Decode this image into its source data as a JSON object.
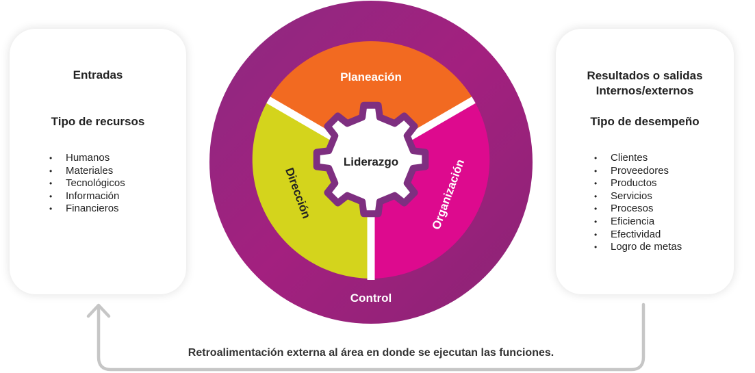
{
  "inputs": {
    "title": "Entradas",
    "subtitle": "Tipo de recursos",
    "items": [
      "Humanos",
      "Materiales",
      "Tecnológicos",
      "Información",
      "Financieros"
    ]
  },
  "outputs": {
    "title_line1": "Resultados o salidas",
    "title_line2": "Internos/externos",
    "subtitle": "Tipo de desempeño",
    "items": [
      "Clientes",
      "Proveedores",
      "Productos",
      "Servicios",
      "Procesos",
      "Eficiencia",
      "Efectividad",
      "Logro de metas"
    ]
  },
  "wheel": {
    "center": "Liderazgo",
    "segments": {
      "top": "Planeación",
      "right": "Organización",
      "left": "Dirección",
      "outer": "Control"
    }
  },
  "feedback": "Retroalimentación externa al área en donde se ejecutan las funciones.",
  "colors": {
    "ring_purple": "#96207f",
    "orange": "#f26a21",
    "magenta": "#dd0a8e",
    "yellow_green": "#d4d41c",
    "gear_stroke": "#7e2f80",
    "arrow_gray": "#c6c6c6"
  }
}
